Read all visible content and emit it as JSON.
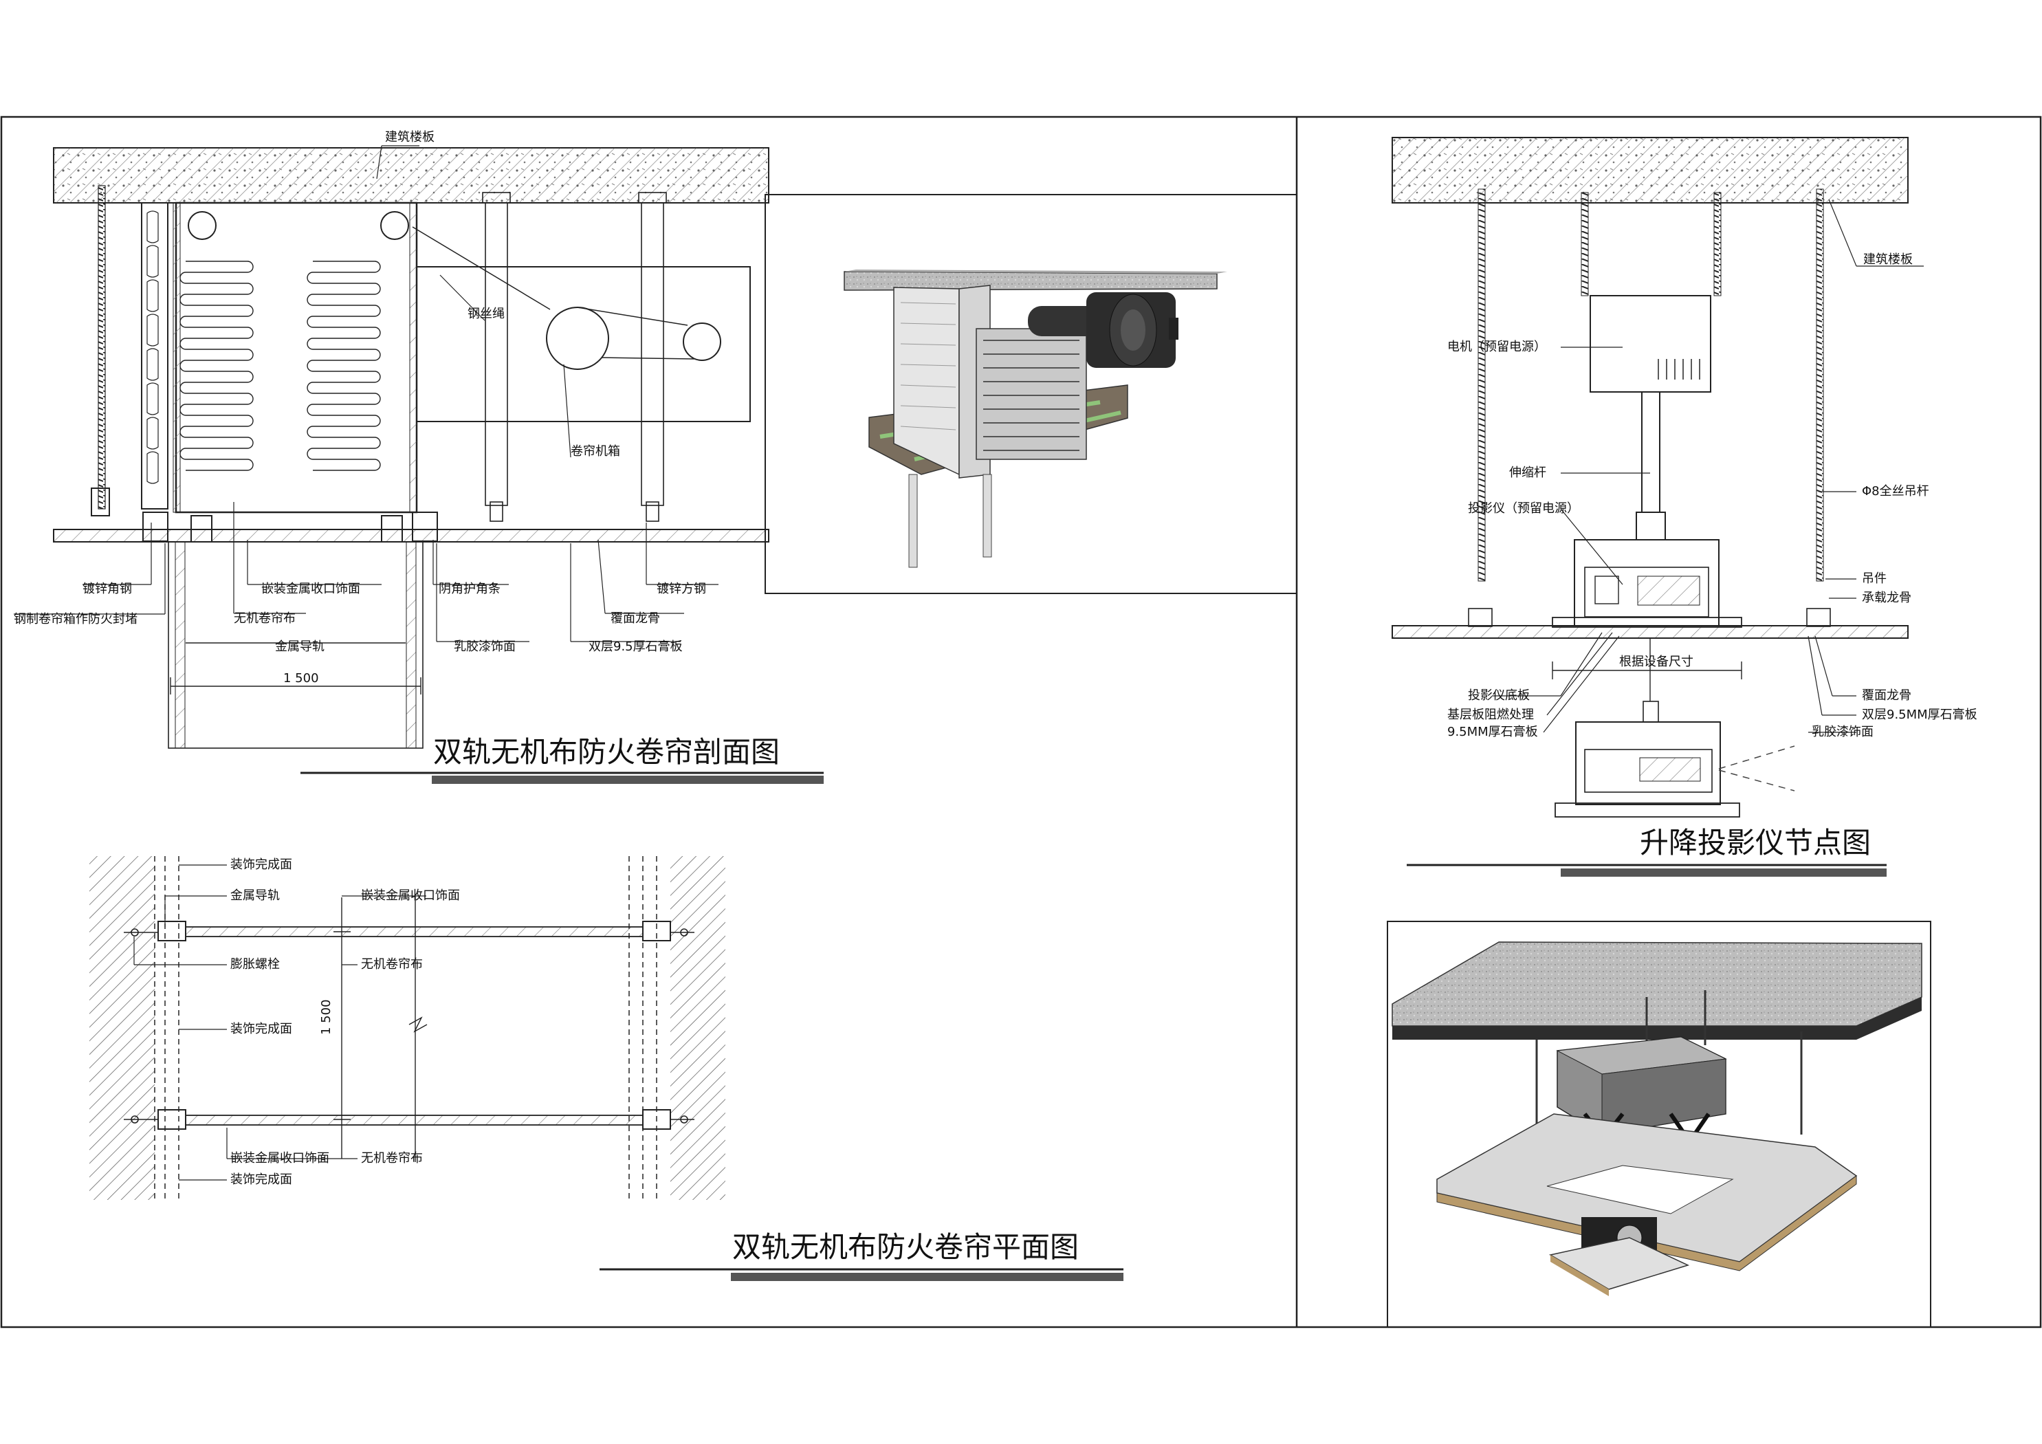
{
  "section": {
    "title": "双轨无机布防火卷帘剖面图",
    "labels": {
      "floor_slab": "建筑楼板",
      "steel_rope": "钢丝绳",
      "motor_box": "卷帘机箱",
      "galv_angle": "镀锌角钢",
      "fire_seal": "钢制卷帘箱作防火封堵",
      "metal_trim": "嵌装金属收口饰面",
      "fabric": "无机卷帘布",
      "metal_rail": "金属导轨",
      "corner_guard": "阴角护角条",
      "keel": "覆面龙骨",
      "galv_square": "镀锌方钢",
      "latex_paint": "乳胶漆饰面",
      "gypsum": "双层9.5厚石膏板"
    },
    "dim": "1 500"
  },
  "plan": {
    "title": "双轨无机布防火卷帘平面图",
    "labels": {
      "finish_top": "装饰完成面",
      "metal_rail": "金属导轨",
      "metal_trim_top": "嵌装金属收口饰面",
      "expansion_bolt": "膨胀螺栓",
      "fabric_top": "无机卷帘布",
      "finish_mid": "装饰完成面",
      "metal_trim_bottom": "嵌装金属收口饰面",
      "fabric_bottom": "无机卷帘布",
      "finish_bottom": "装饰完成面"
    },
    "dim": "1 500"
  },
  "projector": {
    "title": "升降投影仪节点图",
    "labels": {
      "motor": "电机（预留电源）",
      "floor_slab": "建筑楼板",
      "telescopic_rod": "伸缩杆",
      "projector": "投影仪（预留电源）",
      "rod": "Φ8全丝吊杆",
      "hanger": "吊件",
      "main_keel": "承载龙骨",
      "equipment_size": "根据设备尺寸",
      "base_plate": "投影仪底板",
      "fire_board": "基层板阻燃处理",
      "gypsum_board": "9.5MM厚石膏板",
      "cover_keel": "覆面龙骨",
      "double_gypsum": "双层9.5MM厚石膏板",
      "latex": "乳胶漆饰面"
    }
  }
}
